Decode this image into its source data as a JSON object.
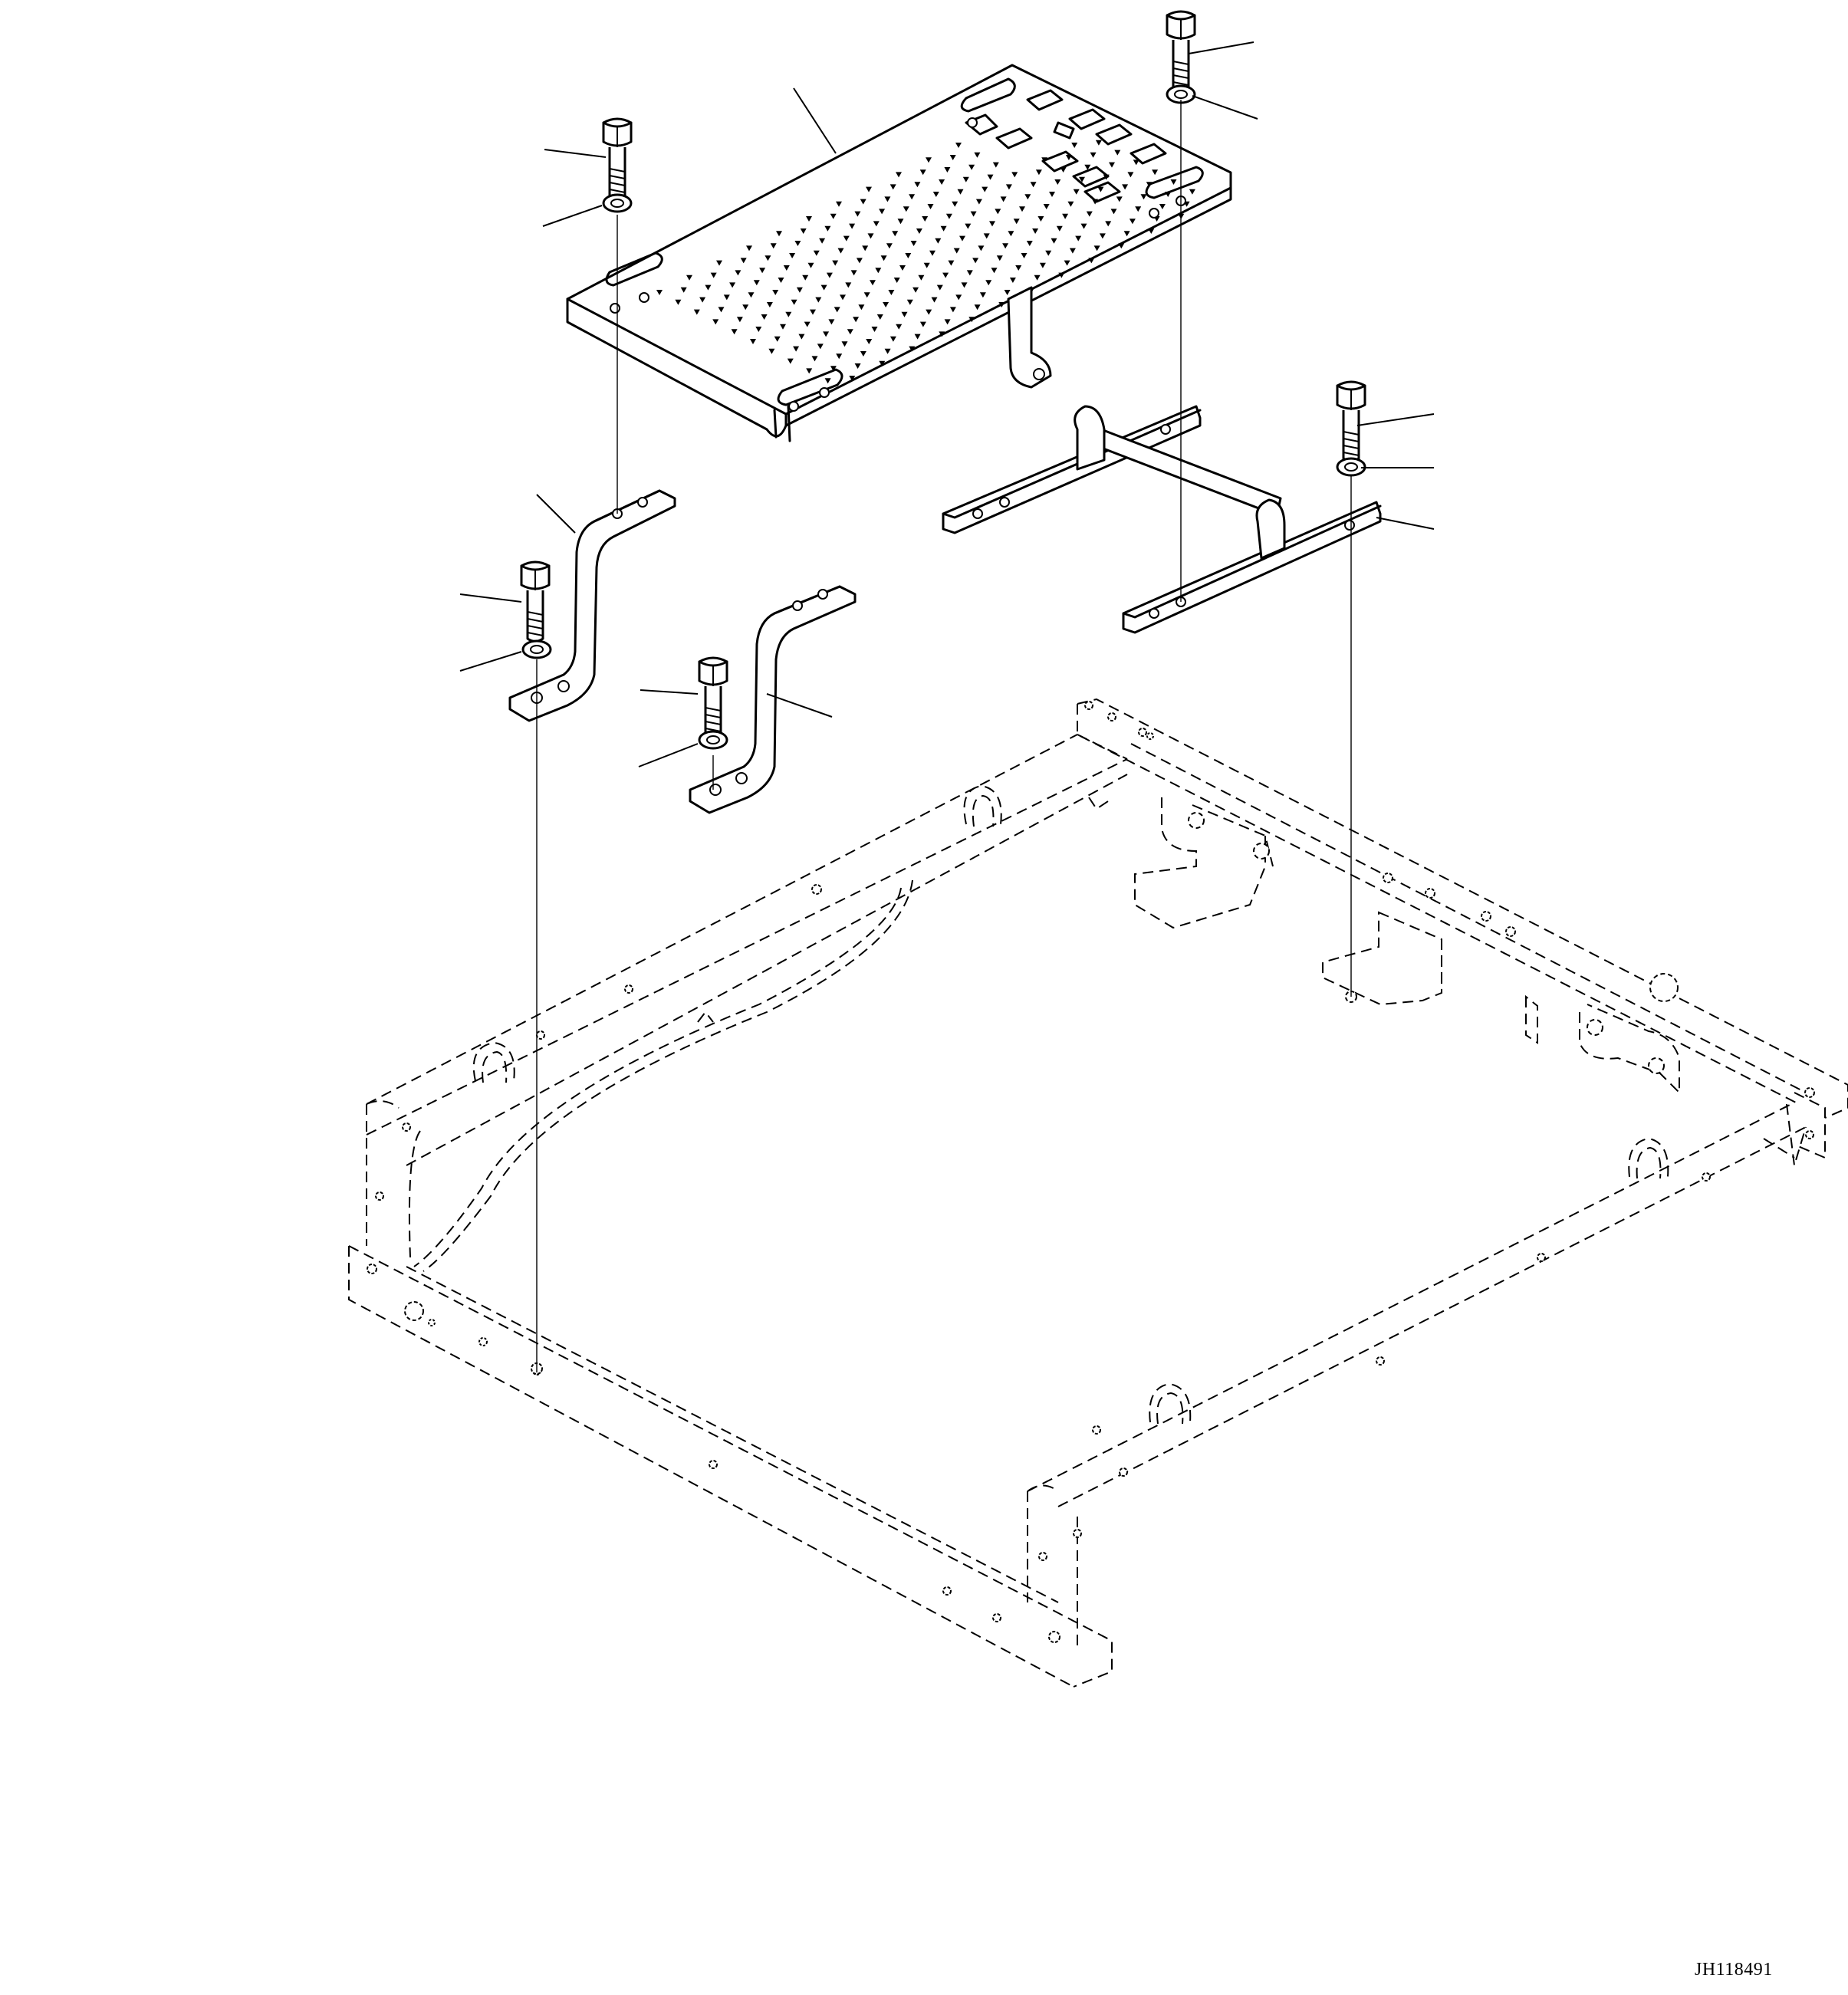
{
  "drawing": {
    "code": "JH118491"
  },
  "parts": [
    "seat-plate",
    "bracket-left",
    "bracket-center",
    "crossbar-frame",
    "bolt",
    "washer",
    "cab-base-frame"
  ]
}
